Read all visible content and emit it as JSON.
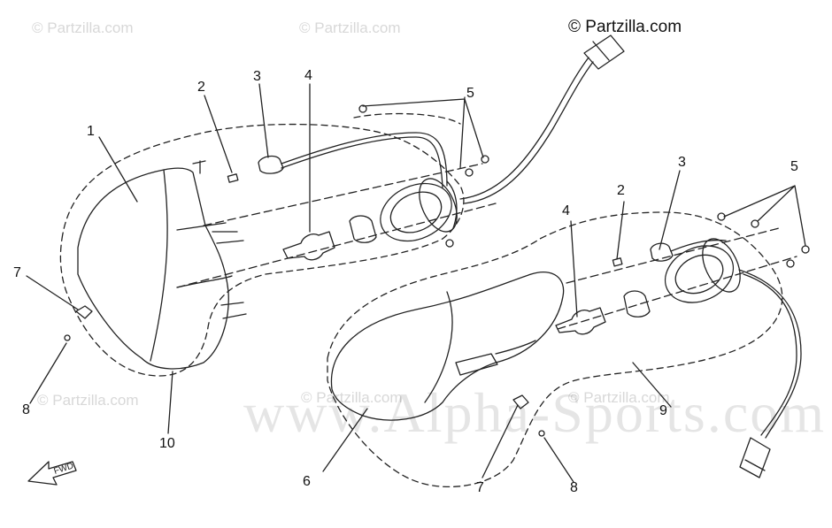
{
  "watermarks": {
    "small": [
      "© Partzilla.com",
      "© Partzilla.com",
      "© Partzilla.com",
      "© Partzilla.com",
      "© Partzilla.com"
    ],
    "copyright": "© Partzilla.com",
    "big": "www.Alpha-Sports.com"
  },
  "direction_arrow_label": "FWD",
  "callouts": {
    "left": [
      "1",
      "2",
      "3",
      "4",
      "5",
      "7",
      "8",
      "10"
    ],
    "right": [
      "2",
      "3",
      "4",
      "5",
      "6",
      "7",
      "8",
      "9"
    ]
  }
}
